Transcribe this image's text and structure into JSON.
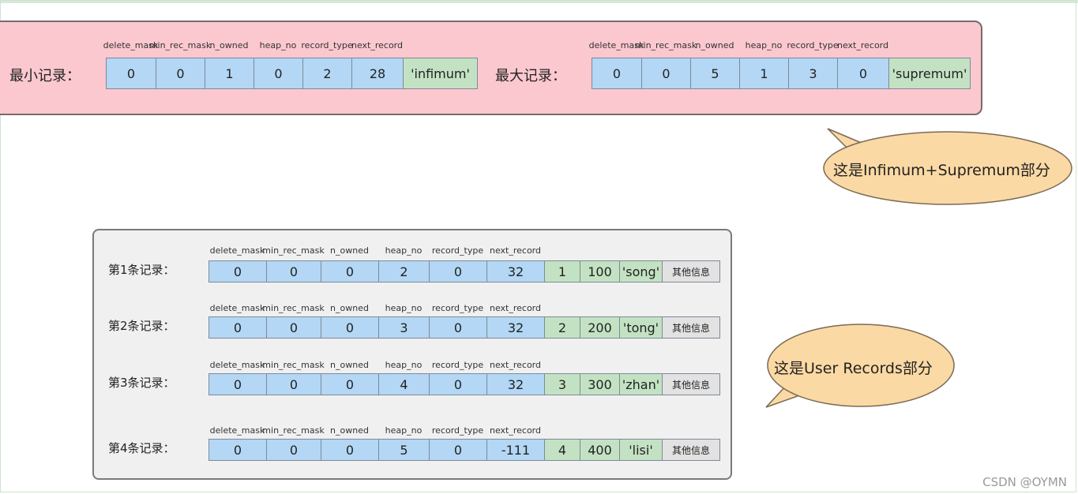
{
  "headers": [
    "delete_mask",
    "min_rec_mask",
    "n_owned",
    "heap_no",
    "record_type",
    "next_record"
  ],
  "infimum": {
    "label": "最小记录：",
    "values": [
      "0",
      "0",
      "1",
      "0",
      "2",
      "28"
    ],
    "data": "'infimum'"
  },
  "supremum": {
    "label": "最大记录：",
    "values": [
      "0",
      "0",
      "5",
      "1",
      "3",
      "0"
    ],
    "data": "'supremum'"
  },
  "records": [
    {
      "label": "第1条记录：",
      "values": [
        "0",
        "0",
        "0",
        "2",
        "0",
        "32"
      ],
      "col1": "1",
      "col2": "100",
      "col3": "'song'",
      "other": "其他信息"
    },
    {
      "label": "第2条记录：",
      "values": [
        "0",
        "0",
        "0",
        "3",
        "0",
        "32"
      ],
      "col1": "2",
      "col2": "200",
      "col3": "'tong'",
      "other": "其他信息"
    },
    {
      "label": "第3条记录：",
      "values": [
        "0",
        "0",
        "0",
        "4",
        "0",
        "32"
      ],
      "col1": "3",
      "col2": "300",
      "col3": "'zhan'",
      "other": "其他信息"
    },
    {
      "label": "第4条记录：",
      "values": [
        "0",
        "0",
        "0",
        "5",
        "0",
        "-111"
      ],
      "col1": "4",
      "col2": "400",
      "col3": "'lisi'",
      "other": "其他信息"
    }
  ],
  "bubbles": {
    "top": "这是Infimum+Supremum部分",
    "bottom": "这是User Records部分"
  },
  "watermark": "CSDN @OYMN",
  "colors": {
    "panel_pink": "#fbc8cf",
    "cell_blue": "#b3d7f5",
    "cell_green": "#c3e2c3",
    "bubble": "#fbd9a4"
  }
}
